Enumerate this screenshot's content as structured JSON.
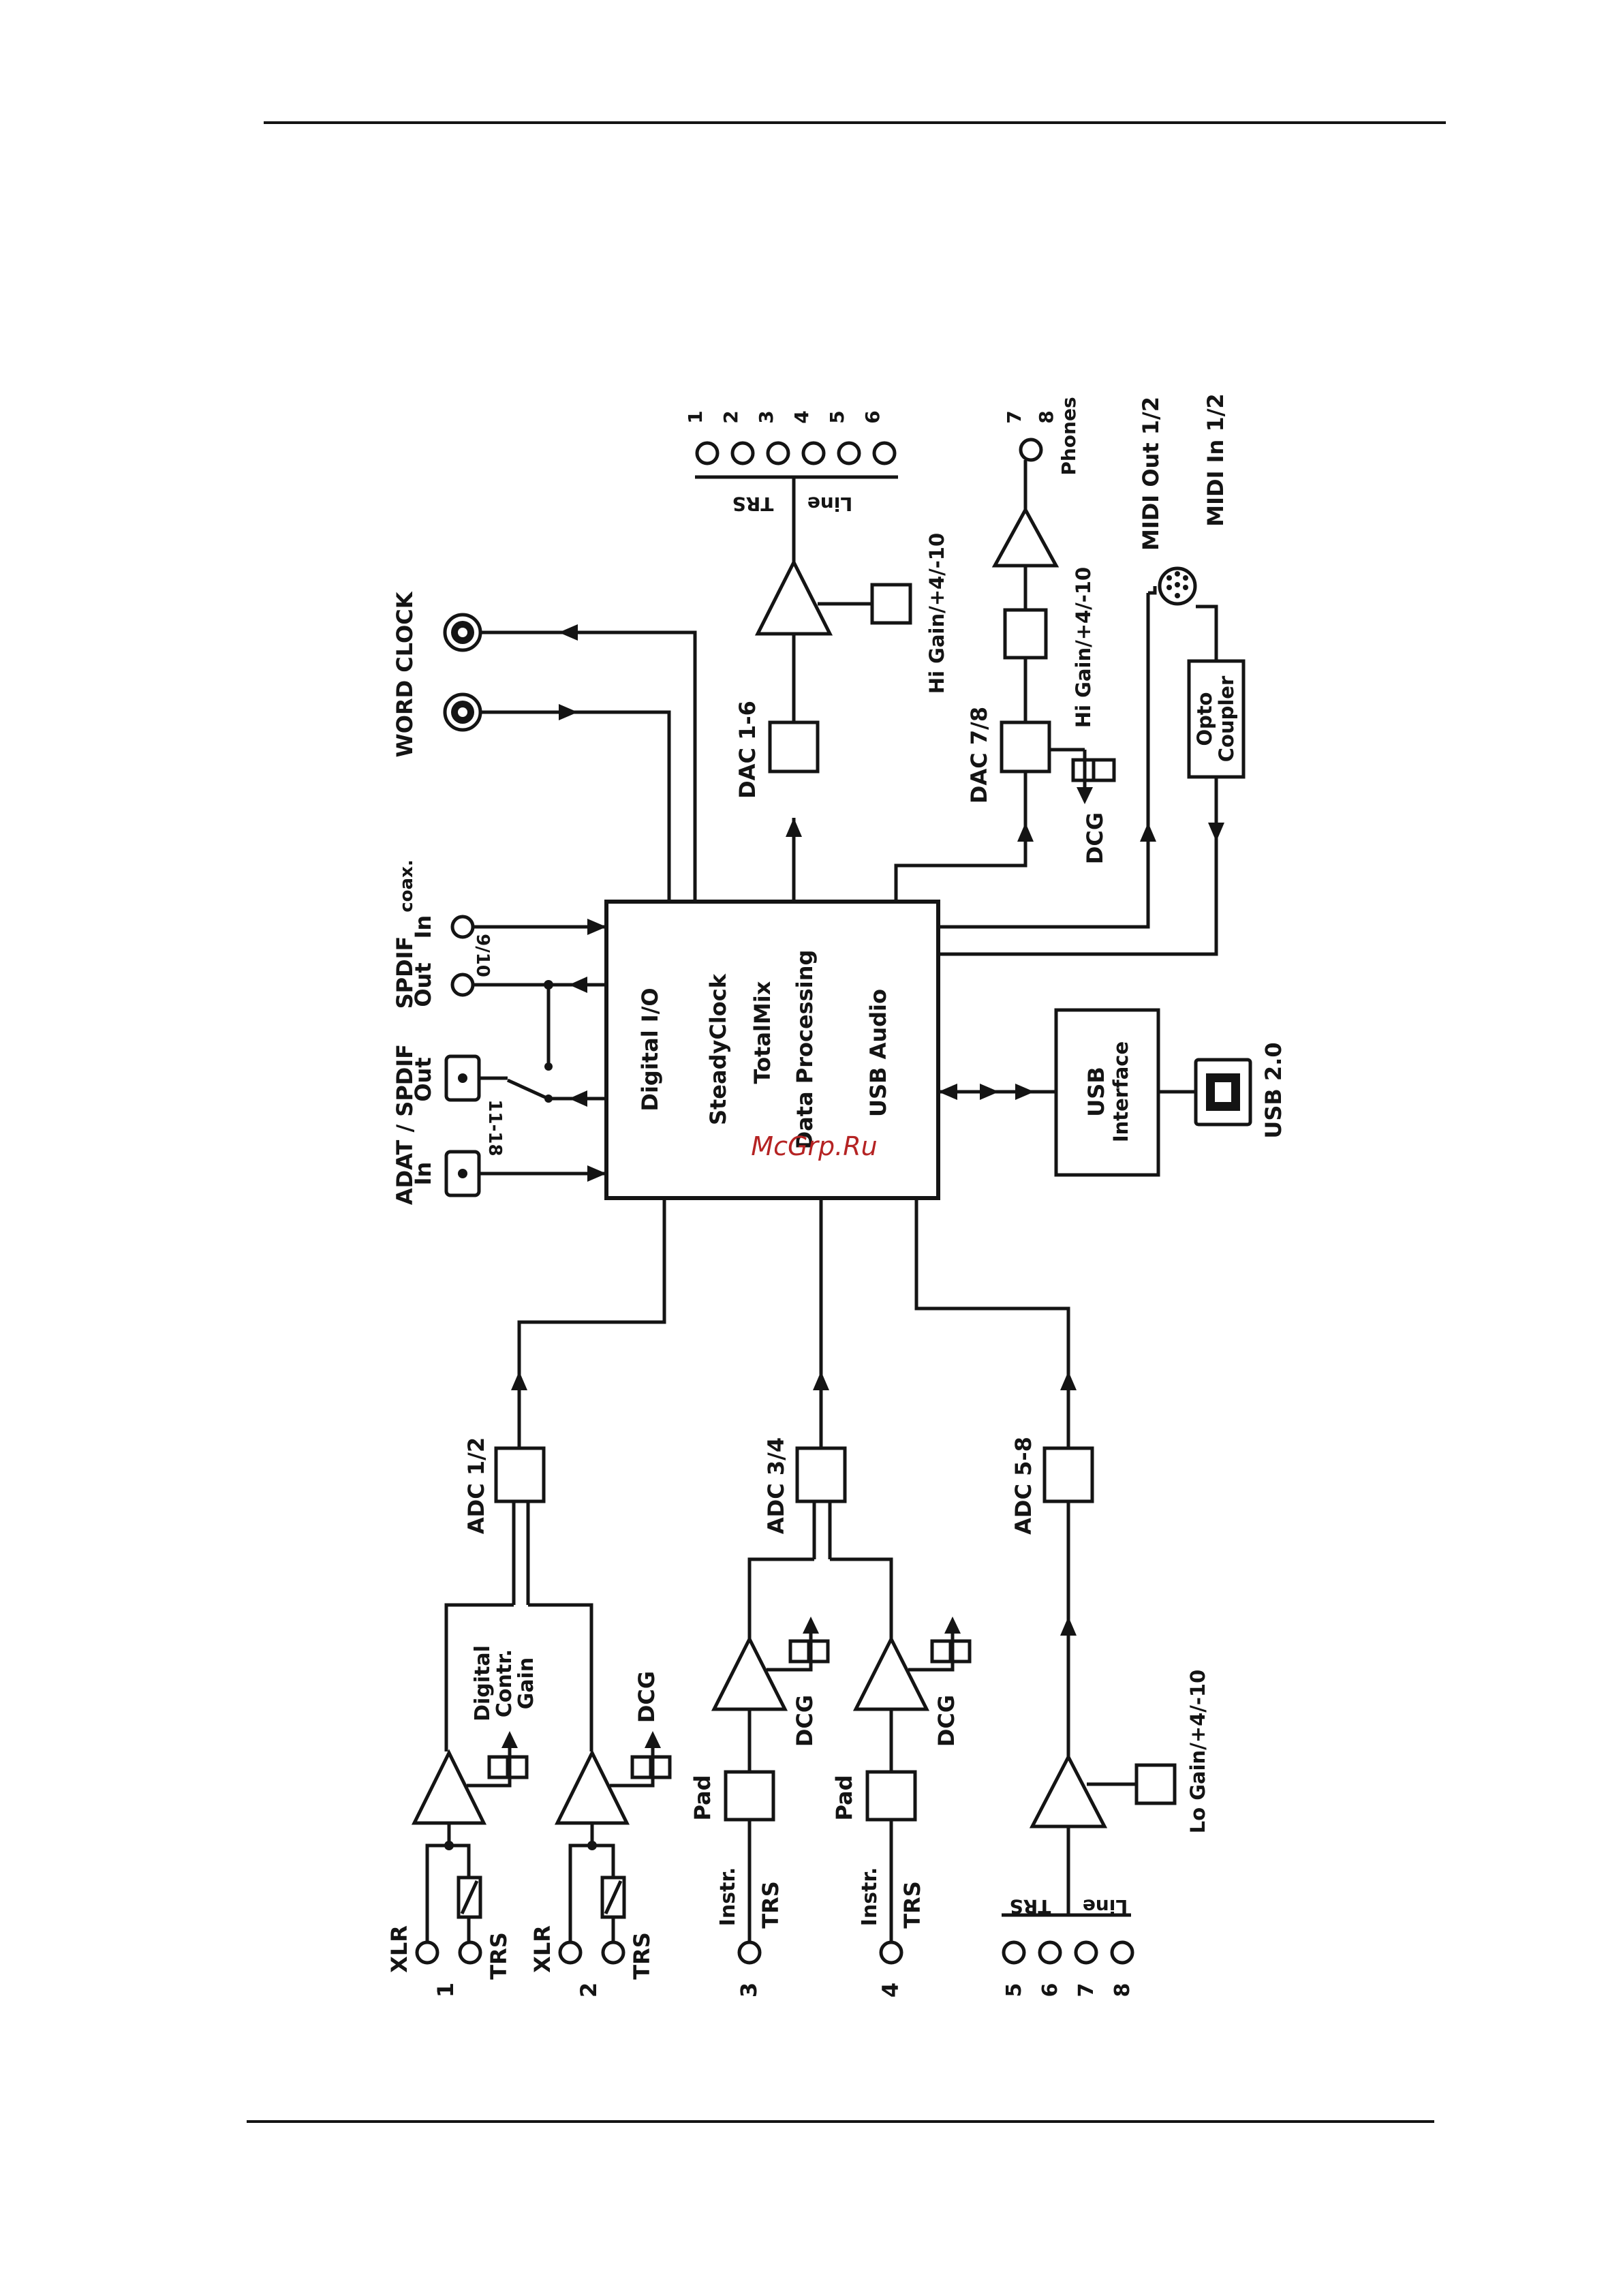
{
  "watermark": "McGrp.Ru",
  "core": {
    "lines": [
      "Digital I/O",
      "SteadyClock",
      "TotalMix",
      "Data Processing",
      "USB Audio"
    ]
  },
  "usb": {
    "block": [
      "USB",
      "Interface"
    ],
    "port_label": "USB 2.0"
  },
  "opto": {
    "block": [
      "Opto",
      "Coupler"
    ]
  },
  "word_clock": {
    "label": "WORD CLOCK"
  },
  "spdif_coax": {
    "title": "SPDIF",
    "title_suffix": "coax.",
    "out_label": "Out",
    "in_label": "In",
    "channels": "9/10"
  },
  "adat": {
    "title": "ADAT / SPDIF",
    "in_label": "In",
    "out_label": "Out",
    "channels": "11-18"
  },
  "midi": {
    "out_label": "MIDI Out 1/2",
    "in_label": "MIDI In 1/2"
  },
  "dac16": {
    "label": "DAC 1-6",
    "gain": "Hi Gain/+4/-10",
    "connector": "TRS",
    "level": "Line",
    "outputs": [
      "1",
      "2",
      "3",
      "4",
      "5",
      "6"
    ]
  },
  "dac78": {
    "label": "DAC 7/8",
    "gain": "Hi Gain/+4/-10",
    "dcg": "DCG",
    "phones": "Phones",
    "outputs": [
      "7",
      "8"
    ]
  },
  "adc12": {
    "label": "ADC 1/2",
    "gain_label": [
      "Digital",
      "Contr.",
      "Gain"
    ],
    "dcg": "DCG",
    "inputs": [
      {
        "num": "1",
        "xlr": "XLR",
        "trs": "TRS"
      },
      {
        "num": "2",
        "xlr": "XLR",
        "trs": "TRS"
      }
    ]
  },
  "adc34": {
    "label": "ADC 3/4",
    "pad": "Pad",
    "dcg": "DCG",
    "inputs": [
      {
        "num": "3",
        "instr": "Instr.",
        "trs": "TRS"
      },
      {
        "num": "4",
        "instr": "Instr.",
        "trs": "TRS"
      }
    ]
  },
  "adc58": {
    "label": "ADC 5-8",
    "gain": "Lo Gain/+4/-10",
    "connector": "TRS",
    "level": "Line",
    "inputs": [
      "5",
      "6",
      "7",
      "8"
    ]
  }
}
